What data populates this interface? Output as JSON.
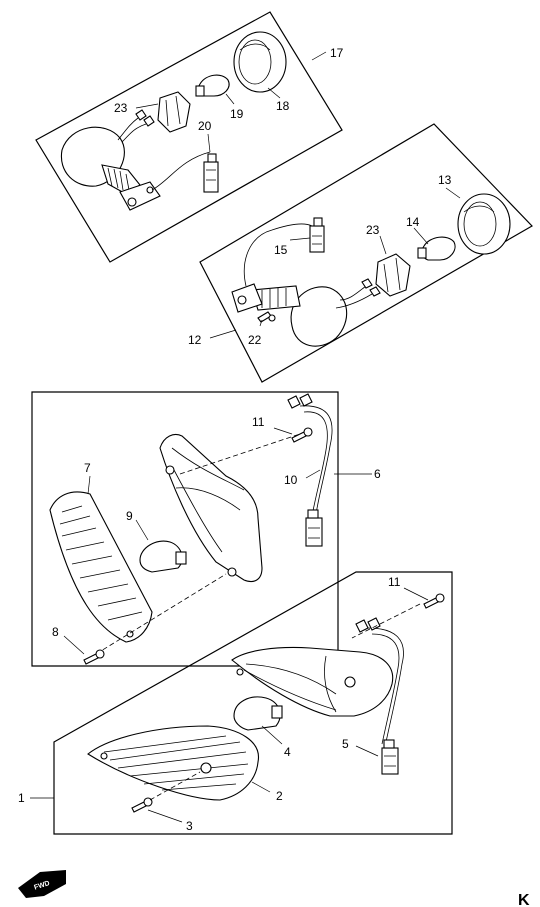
{
  "callouts": {
    "c1": "1",
    "c2": "2",
    "c3": "3",
    "c4": "4",
    "c5": "5",
    "c6": "6",
    "c7": "7",
    "c8": "8",
    "c9": "9",
    "c10": "10",
    "c11a": "11",
    "c11b": "11",
    "c12": "12",
    "c13": "13",
    "c14": "14",
    "c15": "15",
    "c17": "17",
    "c18": "18",
    "c19": "19",
    "c20": "20",
    "c22": "22",
    "c23a": "23",
    "c23b": "23"
  },
  "fwd_mark": {
    "label": "FWD"
  },
  "corner_mark": "K"
}
